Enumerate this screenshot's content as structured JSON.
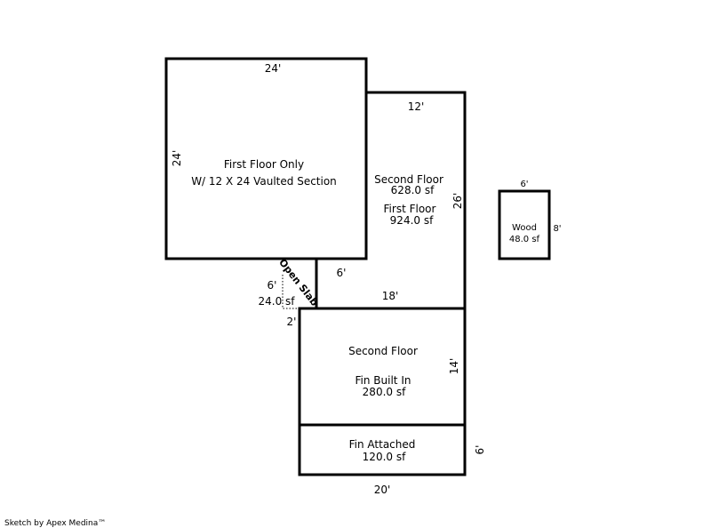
{
  "dimensions": {
    "main_top": "24'",
    "main_left": "24'",
    "second_top": "12'",
    "second_right": "26'",
    "inner_six": "6'",
    "slab_six": "6'",
    "inner_eighteen": "18'",
    "inner_fourteen": "14'",
    "attached_six": "6'",
    "bottom_twenty": "20'",
    "slab_two": "2'",
    "wood_top": "6'",
    "wood_right": "8'"
  },
  "areas": {
    "main_line1": "First Floor Only",
    "main_line2": "W/ 12 X 24 Vaulted Section",
    "second_floor_label": "Second Floor",
    "second_floor_sf": "628.0 sf",
    "first_floor_label": "First Floor",
    "first_floor_sf": "924.0 sf",
    "lower_second_floor": "Second Floor",
    "fin_built_in": "Fin Built In",
    "fin_built_in_sf": "280.0 sf",
    "fin_attached": "Fin Attached",
    "fin_attached_sf": "120.0 sf",
    "wood_label": "Wood",
    "wood_sf": "48.0 sf",
    "slab_label": "Open Slab",
    "slab_sf": "24.0 sf"
  },
  "footer": {
    "credit": "Sketch by Apex Medina™"
  }
}
